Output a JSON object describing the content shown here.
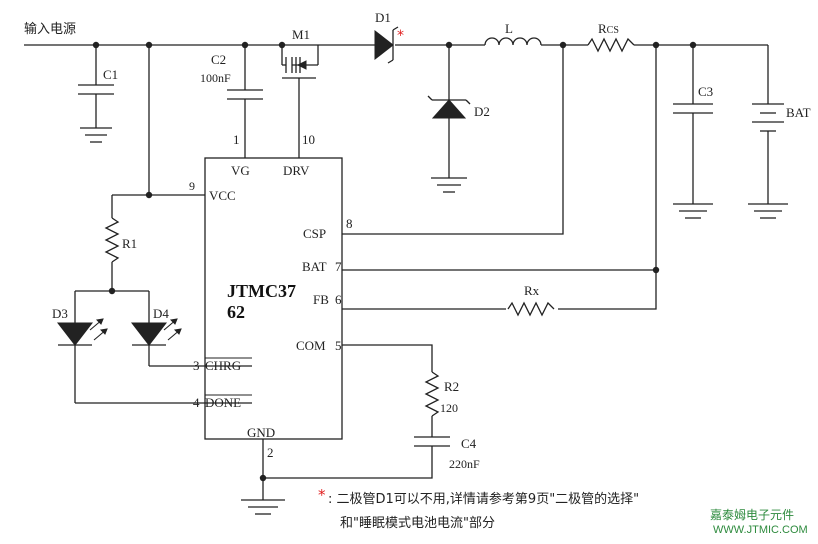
{
  "input_label": "输入电源",
  "components": {
    "c1": "C1",
    "c2": "C2",
    "c2_value": "100nF",
    "m1": "M1",
    "d1": "D1",
    "d1_mark": "*",
    "l": "L",
    "rcs_main": "R",
    "rcs_sub": "CS",
    "c3": "C3",
    "bat": "BAT",
    "d2": "D2",
    "r1": "R1",
    "d3": "D3",
    "d4": "D4",
    "rx": "Rx",
    "r2": "R2",
    "r2_value": "120",
    "c4": "C4",
    "c4_value": "220nF"
  },
  "chip": {
    "name_line1": "JTMC37",
    "name_line2": "62",
    "pins": {
      "vg": "VG",
      "vg_num": "1",
      "drv": "DRV",
      "drv_num": "10",
      "vcc": "VCC",
      "vcc_num": "9",
      "csp": "CSP",
      "csp_num": "8",
      "bat": "BAT",
      "bat_num": "7",
      "fb": "FB",
      "fb_num": "6",
      "com": "COM",
      "com_num": "5",
      "chrg": "CHRG",
      "chrg_num": "3",
      "done": "DONE",
      "done_num": "4",
      "gnd": "GND",
      "gnd_num": "2"
    }
  },
  "footnote": {
    "mark": "*",
    "line1": ": 二极管D1可以不用,详情请参考第9页\"二极管的选择\"",
    "line2": "和\"睡眠模式电池电流\"部分"
  },
  "watermark": {
    "name": "嘉泰姆电子元件",
    "url": "WWW.JTMIC.COM"
  }
}
